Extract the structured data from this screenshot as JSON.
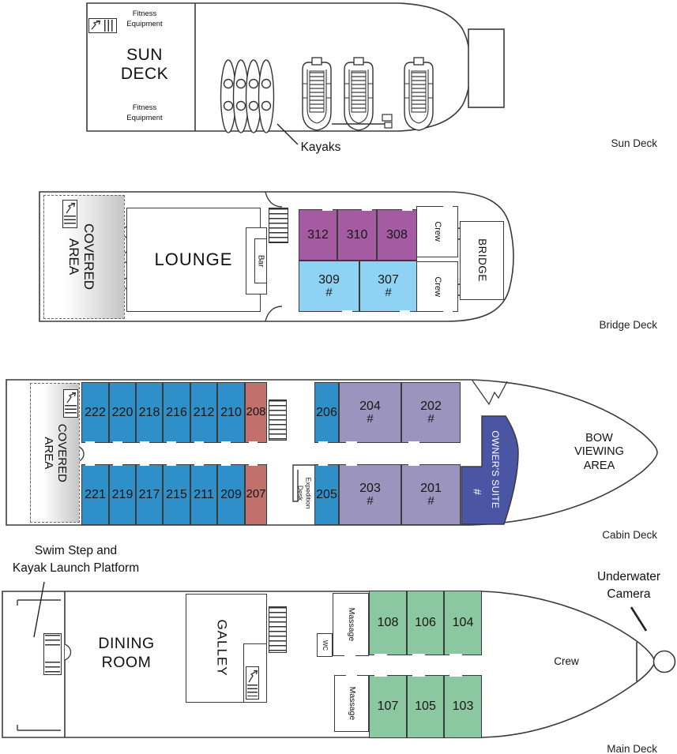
{
  "colors": {
    "line": "#3a3a3a",
    "cabin_blue": "#2E8FC9",
    "cabin_light_blue": "#8FD3F4",
    "cabin_purple": "#A55BA2",
    "cabin_red": "#C2706C",
    "cabin_lavender": "#9B94BE",
    "owners_suite_blue": "#4A55A3",
    "cabin_green": "#8BC7A0"
  },
  "deck_labels": {
    "sun": "Sun Deck",
    "bridge": "Bridge Deck",
    "cabin": "Cabin Deck",
    "main": "Main Deck"
  },
  "sun_deck": {
    "fitness_equipment_top": "Fitness Equipment",
    "fitness_equipment_bottom": "Fitness Equipment",
    "title": "SUN DECK",
    "kayaks_label": "Kayaks"
  },
  "bridge_deck": {
    "covered_area": "COVERED AREA",
    "lounge": "LOUNGE",
    "bar": "Bar",
    "crew_top": "Crew",
    "crew_bottom": "Crew",
    "bridge": "BRIDGE",
    "cabins": [
      {
        "number": "312"
      },
      {
        "number": "310"
      },
      {
        "number": "308"
      },
      {
        "number": "309",
        "note": "#"
      },
      {
        "number": "307",
        "note": "#"
      }
    ]
  },
  "cabin_deck": {
    "covered_area": "COVERED AREA",
    "expedition_desk": "Expedition Desk",
    "owners_suite": {
      "label": "OWNER'S SUITE",
      "note": "#"
    },
    "bow_viewing_area": "BOW VIEWING AREA",
    "cabins_top": [
      {
        "number": "222"
      },
      {
        "number": "220"
      },
      {
        "number": "218"
      },
      {
        "number": "216"
      },
      {
        "number": "212"
      },
      {
        "number": "210"
      },
      {
        "number": "208"
      },
      {
        "number": "206"
      },
      {
        "number": "204",
        "note": "#"
      },
      {
        "number": "202",
        "note": "#"
      }
    ],
    "cabins_bottom": [
      {
        "number": "221"
      },
      {
        "number": "219"
      },
      {
        "number": "217"
      },
      {
        "number": "215"
      },
      {
        "number": "211"
      },
      {
        "number": "209"
      },
      {
        "number": "207"
      },
      {
        "number": "205"
      },
      {
        "number": "203",
        "note": "#"
      },
      {
        "number": "201",
        "note": "#"
      }
    ]
  },
  "main_deck": {
    "swim_step_label_line1": "Swim Step and",
    "swim_step_label_line2": "Kayak Launch Platform",
    "underwater_camera_label": "Underwater Camera",
    "dining_room": "DINING ROOM",
    "galley": "GALLEY",
    "wc": "WC",
    "massage_top": "Massage",
    "massage_bottom": "Massage",
    "crew": "Crew",
    "cabins_top": [
      {
        "number": "108"
      },
      {
        "number": "106"
      },
      {
        "number": "104"
      }
    ],
    "cabins_bottom": [
      {
        "number": "107"
      },
      {
        "number": "105"
      },
      {
        "number": "103"
      }
    ]
  }
}
